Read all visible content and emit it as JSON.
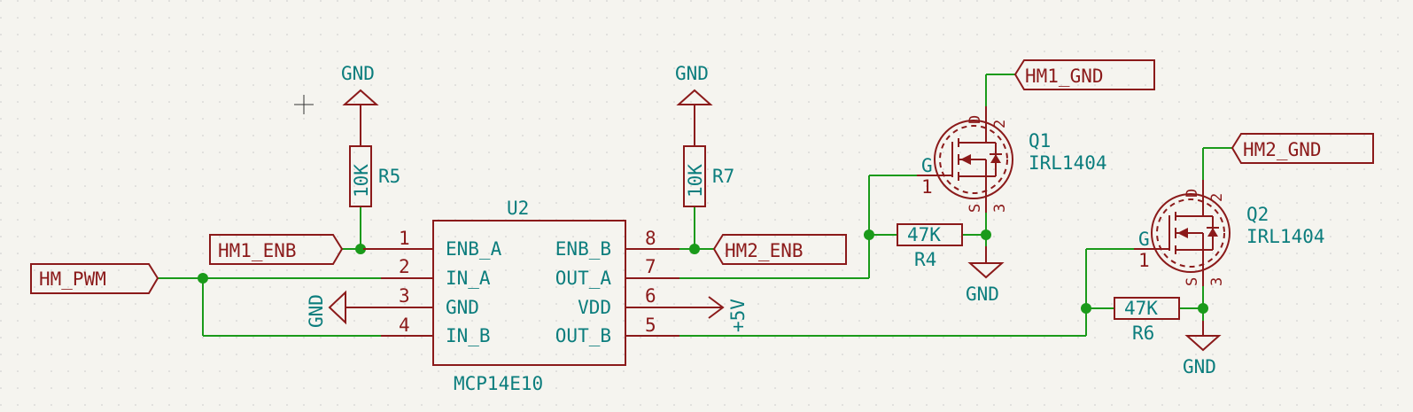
{
  "colors": {
    "background": "#f5f4ef",
    "wire": "#1a9a1a",
    "symbol": "#8b1a1a",
    "text": "#0b7d7d",
    "grid": "#c8c8c8"
  },
  "u2": {
    "ref": "U2",
    "value": "MCP14E10",
    "left_pins": [
      {
        "num": "1",
        "name": "ENB_A"
      },
      {
        "num": "2",
        "name": "IN_A"
      },
      {
        "num": "3",
        "name": "GND"
      },
      {
        "num": "4",
        "name": "IN_B"
      }
    ],
    "right_pins": [
      {
        "num": "8",
        "name": "ENB_B"
      },
      {
        "num": "7",
        "name": "OUT_A"
      },
      {
        "num": "6",
        "name": "VDD"
      },
      {
        "num": "5",
        "name": "OUT_B"
      }
    ]
  },
  "r5": {
    "ref": "R5",
    "value": "10K"
  },
  "r7": {
    "ref": "R7",
    "value": "10K"
  },
  "r4": {
    "ref": "R4",
    "value": "47K"
  },
  "r6": {
    "ref": "R6",
    "value": "47K"
  },
  "q1": {
    "ref": "Q1",
    "value": "IRL1404",
    "pin_g": "G",
    "pin_d": "D",
    "pin_s": "S",
    "pin1": "1",
    "pin2": "2",
    "pin3": "3"
  },
  "q2": {
    "ref": "Q2",
    "value": "IRL1404",
    "pin_g": "G",
    "pin_d": "D",
    "pin_s": "S",
    "pin1": "1",
    "pin2": "2",
    "pin3": "3"
  },
  "labels": {
    "hm_pwm": "HM_PWM",
    "hm1_enb": "HM1_ENB",
    "hm2_enb": "HM2_ENB",
    "hm1_gnd": "HM1_GND",
    "hm2_gnd": "HM2_GND"
  },
  "power": {
    "gnd": "GND",
    "plus5v": "+5V"
  }
}
